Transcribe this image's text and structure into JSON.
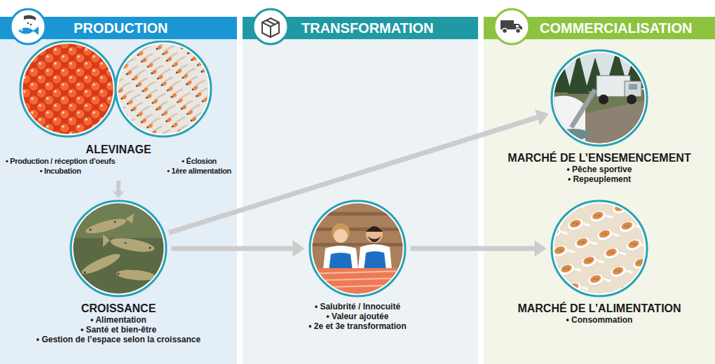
{
  "diagram": {
    "nodes": [
      {
        "text": [
          "PRODUCTION"
        ]
      },
      {
        "text": [
          "ALEVINAGE",
          "• Production / réception d’oeufs",
          "• Éclosion",
          "• Incubation",
          "• 1ère alimentation"
        ],
        "in": 0
      },
      {
        "text": [
          "CROISSANCE",
          "• Alimentation",
          "• Santé et bien-être",
          "• Gestion de l’espace selon la croissance"
        ],
        "in": 0
      },
      {
        "text": [
          "TRANSFORMATION"
        ]
      },
      {
        "text": [
          "• Salubrité / Innocuité",
          "• Valeur ajoutée",
          "• 2e et 3e transformation"
        ],
        "in": 3
      },
      {
        "text": [
          "COMMERCIALISATION"
        ]
      },
      {
        "text": [
          "MARCHÉ DE L’ENSEMENCEMENT",
          "• Pêche sportive",
          "• Repeuplement"
        ],
        "in": 5
      },
      {
        "text": [
          "MARCHÉ DE L’ALIMENTATION",
          "• Consommation"
        ],
        "in": 5
      }
    ],
    "edges": [
      {
        "from": 1,
        "to": 2,
        "arrow": "to"
      },
      {
        "from": 2,
        "to": 6,
        "arrow": "to"
      },
      {
        "from": 2,
        "to": 4,
        "arrow": "to"
      },
      {
        "from": 4,
        "to": 7,
        "arrow": "to"
      }
    ]
  }
}
